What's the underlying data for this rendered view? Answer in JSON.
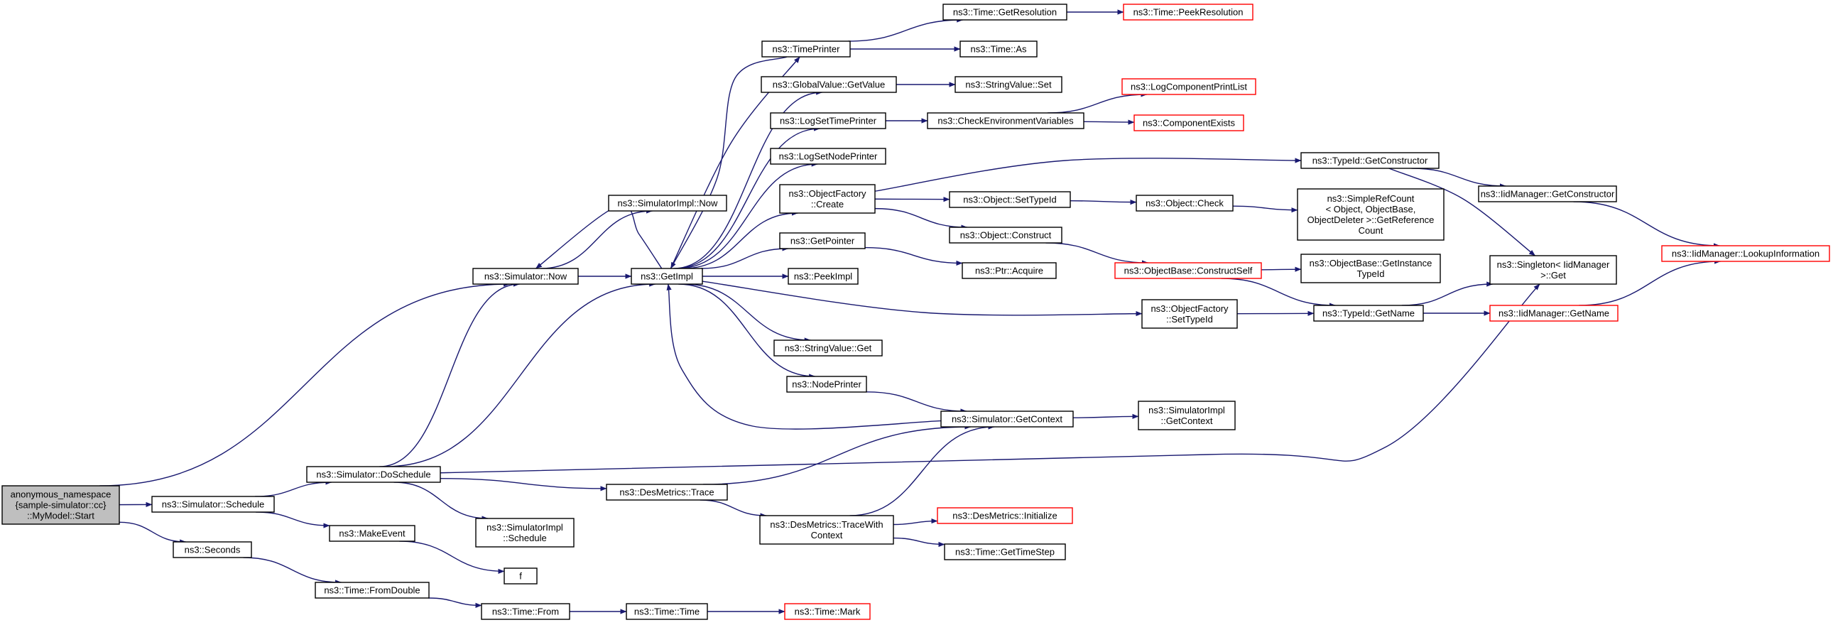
{
  "graph": {
    "type": "call-graph",
    "colors": {
      "edge": "#191970",
      "border": "#000000",
      "truncated_border": "#ff0000",
      "root_fill": "#bfbfbf",
      "node_fill": "#ffffff"
    },
    "nodes": [
      {
        "id": "root",
        "lines": [
          "anonymous_namespace",
          "{sample-simulator::cc}",
          "::MyModel::Start"
        ],
        "style": "root"
      },
      {
        "id": "sim_now",
        "lines": [
          "ns3::Simulator::Now"
        ],
        "style": "normal"
      },
      {
        "id": "sim_schedule",
        "lines": [
          "ns3::Simulator::Schedule"
        ],
        "style": "normal"
      },
      {
        "id": "seconds",
        "lines": [
          "ns3::Seconds"
        ],
        "style": "normal"
      },
      {
        "id": "sim_doschedule",
        "lines": [
          "ns3::Simulator::DoSchedule"
        ],
        "style": "normal"
      },
      {
        "id": "makeevent",
        "lines": [
          "ns3::MakeEvent"
        ],
        "style": "normal"
      },
      {
        "id": "fromdouble",
        "lines": [
          "ns3::Time::FromDouble"
        ],
        "style": "normal"
      },
      {
        "id": "simimpl_now",
        "lines": [
          "ns3::SimulatorImpl::Now"
        ],
        "style": "normal"
      },
      {
        "id": "getimpl",
        "lines": [
          "ns3::GetImpl"
        ],
        "style": "normal"
      },
      {
        "id": "des_trace",
        "lines": [
          "ns3::DesMetrics::Trace"
        ],
        "style": "normal"
      },
      {
        "id": "simimpl_schedule",
        "lines": [
          "ns3::SimulatorImpl",
          "::Schedule"
        ],
        "style": "normal"
      },
      {
        "id": "f",
        "lines": [
          "f"
        ],
        "style": "normal"
      },
      {
        "id": "time_from",
        "lines": [
          "ns3::Time::From"
        ],
        "style": "normal"
      },
      {
        "id": "timeprinter",
        "lines": [
          "ns3::TimePrinter"
        ],
        "style": "normal"
      },
      {
        "id": "gv_getvalue",
        "lines": [
          "ns3::GlobalValue::GetValue"
        ],
        "style": "normal"
      },
      {
        "id": "logsettimeprinter",
        "lines": [
          "ns3::LogSetTimePrinter"
        ],
        "style": "normal"
      },
      {
        "id": "logsetnodeprinter",
        "lines": [
          "ns3::LogSetNodePrinter"
        ],
        "style": "normal"
      },
      {
        "id": "of_create",
        "lines": [
          "ns3::ObjectFactory",
          "::Create"
        ],
        "style": "normal"
      },
      {
        "id": "getpointer",
        "lines": [
          "ns3::GetPointer"
        ],
        "style": "normal"
      },
      {
        "id": "peekimpl",
        "lines": [
          "ns3::PeekImpl"
        ],
        "style": "normal"
      },
      {
        "id": "sv_get",
        "lines": [
          "ns3::StringValue::Get"
        ],
        "style": "normal"
      },
      {
        "id": "nodeprinter",
        "lines": [
          "ns3::NodePrinter"
        ],
        "style": "normal"
      },
      {
        "id": "des_tracewithcontext",
        "lines": [
          "ns3::DesMetrics::TraceWith",
          "Context"
        ],
        "style": "normal"
      },
      {
        "id": "time_time",
        "lines": [
          "ns3::Time::Time"
        ],
        "style": "normal"
      },
      {
        "id": "time_getresolution",
        "lines": [
          "ns3::Time::GetResolution"
        ],
        "style": "normal"
      },
      {
        "id": "time_as",
        "lines": [
          "ns3::Time::As"
        ],
        "style": "normal"
      },
      {
        "id": "sv_set",
        "lines": [
          "ns3::StringValue::Set"
        ],
        "style": "normal"
      },
      {
        "id": "checkenv",
        "lines": [
          "ns3::CheckEnvironmentVariables"
        ],
        "style": "normal"
      },
      {
        "id": "obj_settypeid",
        "lines": [
          "ns3::Object::SetTypeId"
        ],
        "style": "normal"
      },
      {
        "id": "obj_construct",
        "lines": [
          "ns3::Object::Construct"
        ],
        "style": "normal"
      },
      {
        "id": "ptr_acquire",
        "lines": [
          "ns3::Ptr::Acquire"
        ],
        "style": "normal"
      },
      {
        "id": "of_settypeid",
        "lines": [
          "ns3::ObjectFactory",
          "::SetTypeId"
        ],
        "style": "normal"
      },
      {
        "id": "sim_getcontext",
        "lines": [
          "ns3::Simulator::GetContext"
        ],
        "style": "normal"
      },
      {
        "id": "des_initialize",
        "lines": [
          "ns3::DesMetrics::Initialize"
        ],
        "style": "truncated"
      },
      {
        "id": "time_gettimestep",
        "lines": [
          "ns3::Time::GetTimeStep"
        ],
        "style": "normal"
      },
      {
        "id": "time_mark",
        "lines": [
          "ns3::Time::Mark"
        ],
        "style": "truncated"
      },
      {
        "id": "time_peekresolution",
        "lines": [
          "ns3::Time::PeekResolution"
        ],
        "style": "truncated"
      },
      {
        "id": "logcomponentprintlist",
        "lines": [
          "ns3::LogComponentPrintList"
        ],
        "style": "truncated"
      },
      {
        "id": "componentexists",
        "lines": [
          "ns3::ComponentExists"
        ],
        "style": "truncated"
      },
      {
        "id": "typeid_getconstructor",
        "lines": [
          "ns3::TypeId::GetConstructor"
        ],
        "style": "normal"
      },
      {
        "id": "obj_check",
        "lines": [
          "ns3::Object::Check"
        ],
        "style": "normal"
      },
      {
        "id": "objbase_constructself",
        "lines": [
          "ns3::ObjectBase::ConstructSelf"
        ],
        "style": "truncated"
      },
      {
        "id": "typeid_getname",
        "lines": [
          "ns3::TypeId::GetName"
        ],
        "style": "normal"
      },
      {
        "id": "simimpl_getcontext",
        "lines": [
          "ns3::SimulatorImpl",
          "::GetContext"
        ],
        "style": "normal"
      },
      {
        "id": "simplerefcount",
        "lines": [
          "ns3::SimpleRefCount",
          "< Object, ObjectBase,",
          "ObjectDeleter >::GetReference",
          "Count"
        ],
        "style": "normal"
      },
      {
        "id": "objbase_getinstancetypeid",
        "lines": [
          "ns3::ObjectBase::GetInstance",
          "TypeId"
        ],
        "style": "normal"
      },
      {
        "id": "iidmanager_getconstructor",
        "lines": [
          "ns3::IidManager::GetConstructor"
        ],
        "style": "normal"
      },
      {
        "id": "singleton_get",
        "lines": [
          "ns3::Singleton< IidManager",
          ">::Get"
        ],
        "style": "normal"
      },
      {
        "id": "iidmanager_getname",
        "lines": [
          "ns3::IidManager::GetName"
        ],
        "style": "truncated"
      },
      {
        "id": "iidmanager_lookupinformation",
        "lines": [
          "ns3::IidManager::LookupInformation"
        ],
        "style": "truncated"
      }
    ],
    "edges": [
      [
        "root",
        "sim_now"
      ],
      [
        "root",
        "sim_schedule"
      ],
      [
        "root",
        "seconds"
      ],
      [
        "sim_schedule",
        "sim_doschedule"
      ],
      [
        "sim_schedule",
        "makeevent"
      ],
      [
        "seconds",
        "fromdouble"
      ],
      [
        "sim_now",
        "simimpl_now"
      ],
      [
        "sim_now",
        "getimpl"
      ],
      [
        "sim_doschedule",
        "sim_now"
      ],
      [
        "sim_doschedule",
        "getimpl"
      ],
      [
        "sim_doschedule",
        "des_trace"
      ],
      [
        "sim_doschedule",
        "simimpl_schedule"
      ],
      [
        "sim_doschedule",
        "singleton_get"
      ],
      [
        "makeevent",
        "f"
      ],
      [
        "fromdouble",
        "time_from"
      ],
      [
        "time_from",
        "time_time"
      ],
      [
        "time_time",
        "time_mark"
      ],
      [
        "getimpl",
        "timeprinter"
      ],
      [
        "getimpl",
        "gv_getvalue"
      ],
      [
        "getimpl",
        "logsettimeprinter"
      ],
      [
        "getimpl",
        "logsetnodeprinter"
      ],
      [
        "getimpl",
        "of_create"
      ],
      [
        "getimpl",
        "getpointer"
      ],
      [
        "getimpl",
        "peekimpl"
      ],
      [
        "getimpl",
        "sv_get"
      ],
      [
        "getimpl",
        "nodeprinter"
      ],
      [
        "getimpl",
        "of_settypeid"
      ],
      [
        "getimpl",
        "sim_now"
      ],
      [
        "timeprinter",
        "time_getresolution"
      ],
      [
        "timeprinter",
        "time_as"
      ],
      [
        "timeprinter",
        "getimpl"
      ],
      [
        "time_getresolution",
        "time_peekresolution"
      ],
      [
        "gv_getvalue",
        "sv_set"
      ],
      [
        "logsettimeprinter",
        "checkenv"
      ],
      [
        "checkenv",
        "logcomponentprintlist"
      ],
      [
        "checkenv",
        "componentexists"
      ],
      [
        "of_create",
        "typeid_getconstructor"
      ],
      [
        "of_create",
        "obj_settypeid"
      ],
      [
        "of_create",
        "obj_construct"
      ],
      [
        "obj_settypeid",
        "obj_check"
      ],
      [
        "obj_check",
        "simplerefcount"
      ],
      [
        "obj_construct",
        "objbase_constructself"
      ],
      [
        "objbase_constructself",
        "objbase_getinstancetypeid"
      ],
      [
        "objbase_constructself",
        "typeid_getname"
      ],
      [
        "getpointer",
        "ptr_acquire"
      ],
      [
        "of_settypeid",
        "typeid_getname"
      ],
      [
        "nodeprinter",
        "sim_getcontext"
      ],
      [
        "des_trace",
        "sim_getcontext"
      ],
      [
        "des_trace",
        "des_tracewithcontext"
      ],
      [
        "des_tracewithcontext",
        "sim_getcontext"
      ],
      [
        "des_tracewithcontext",
        "des_initialize"
      ],
      [
        "des_tracewithcontext",
        "time_gettimestep"
      ],
      [
        "sim_getcontext",
        "getimpl"
      ],
      [
        "sim_getcontext",
        "simimpl_getcontext"
      ],
      [
        "typeid_getconstructor",
        "iidmanager_getconstructor"
      ],
      [
        "typeid_getconstructor",
        "singleton_get"
      ],
      [
        "iidmanager_getconstructor",
        "iidmanager_lookupinformation"
      ],
      [
        "typeid_getname",
        "singleton_get"
      ],
      [
        "typeid_getname",
        "iidmanager_getname"
      ],
      [
        "iidmanager_getname",
        "iidmanager_lookupinformation"
      ]
    ]
  }
}
